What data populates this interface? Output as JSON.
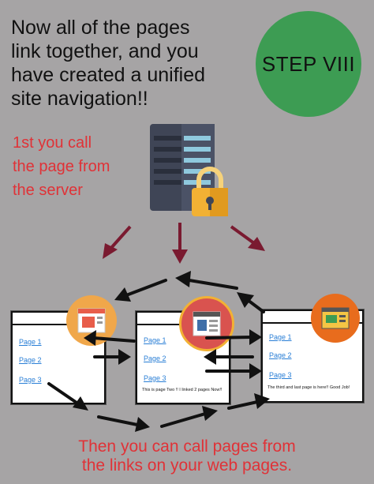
{
  "headline": [
    "Now all of the pages",
    "link together, and you",
    "have created a unified",
    "site navigation!!"
  ],
  "step_label": "STEP VIII",
  "server_note": [
    "1st you call",
    "the page from",
    "the server"
  ],
  "bottom_note": [
    "Then you can call pages from",
    "the links on your web pages."
  ],
  "pages": [
    {
      "links": [
        "Page 1",
        "Page 2",
        "Page 3"
      ],
      "note": ""
    },
    {
      "links": [
        "Page 1",
        "Page 2",
        "Page 3"
      ],
      "note": "This is page Two !!  I linked 2 pages Now!!"
    },
    {
      "links": [
        "Page 1",
        "Page 2",
        "Page 3"
      ],
      "note": "The third and last page is here!! Good Job!"
    }
  ],
  "colors": {
    "background": "#a6a4a5",
    "step_circle": "#3d9c53",
    "red_text": "#e03237",
    "link": "#2a7fd6",
    "server": "#3f4556",
    "server_light": "#8fc9de",
    "lock": "#f2b134",
    "maroon_arrow": "#7a1a30",
    "badge_orange": "#f0a74a",
    "badge_red": "#d9534f",
    "badge_dark_orange": "#e86c1d"
  },
  "icons": {
    "server": "server-icon",
    "lock": "padlock-icon",
    "page_badges": [
      "webpage-icon",
      "webpage-icon",
      "webpage-icon"
    ]
  }
}
